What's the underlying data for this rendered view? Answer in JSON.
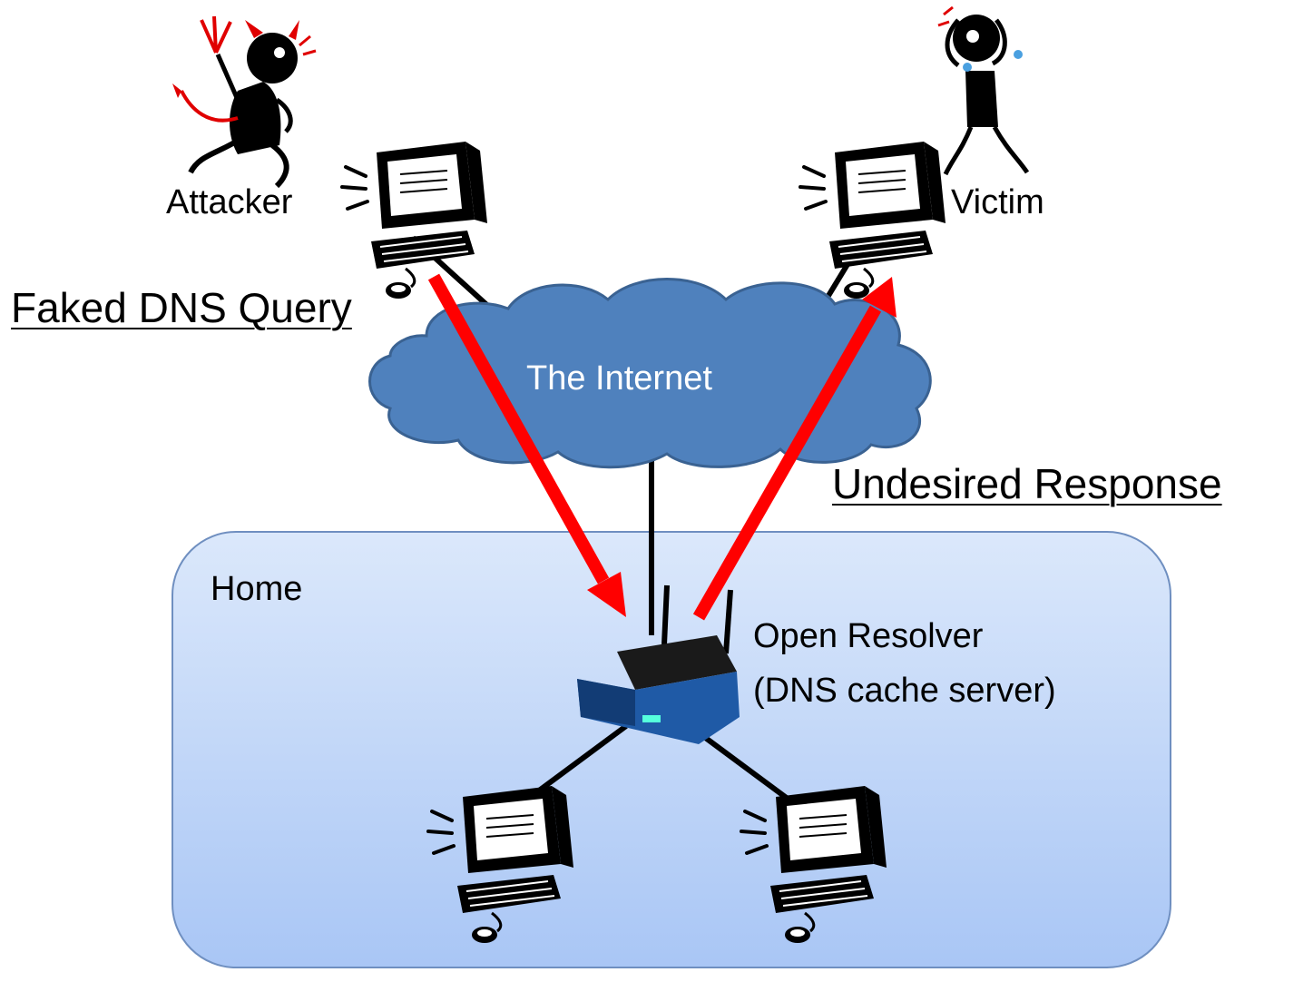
{
  "labels": {
    "attacker": "Attacker",
    "victim": "Victim",
    "faked_query": "Faked DNS Query",
    "undesired_response": "Undesired Response",
    "internet": "The Internet",
    "home": "Home",
    "resolver_line1": "Open Resolver",
    "resolver_line2": "(DNS cache server)"
  },
  "colors": {
    "home_fill_top": "#dbe8fb",
    "home_fill_bottom": "#a9c6f5",
    "home_border": "#6f8fc0",
    "cloud_fill": "#4f81bd",
    "cloud_stroke": "#3a6292",
    "arrow": "#ff0000",
    "router_blue": "#1f5aa6",
    "router_black": "#1a1a1a"
  },
  "icons": {
    "attacker": "devil-figure-icon",
    "victim": "crying-figure-icon",
    "computer": "computer-icon",
    "router": "wireless-router-icon"
  }
}
